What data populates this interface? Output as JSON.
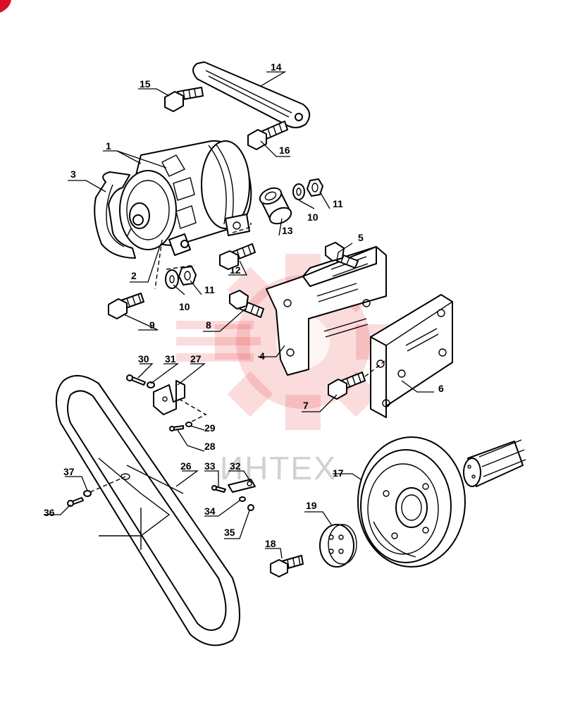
{
  "watermark": {
    "text": "ИНТЕХ",
    "color": "#e6262b"
  },
  "corner_mark_color": "#d8102a",
  "labels": {
    "p1": "1",
    "p2": "2",
    "p3": "3",
    "p4": "4",
    "p5": "5",
    "p6": "6",
    "p7": "7",
    "p8": "8",
    "p9": "9",
    "p10a": "10",
    "p10b": "10",
    "p11a": "11",
    "p11b": "11",
    "p12": "12",
    "p13": "13",
    "p14": "14",
    "p15": "15",
    "p16": "16",
    "p17": "17",
    "p18": "18",
    "p19": "19",
    "p26": "26",
    "p27": "27",
    "p28": "28",
    "p29": "29",
    "p30": "30",
    "p31": "31",
    "p32": "32",
    "p33": "33",
    "p34": "34",
    "p35": "35",
    "p36": "36",
    "p37": "37"
  }
}
